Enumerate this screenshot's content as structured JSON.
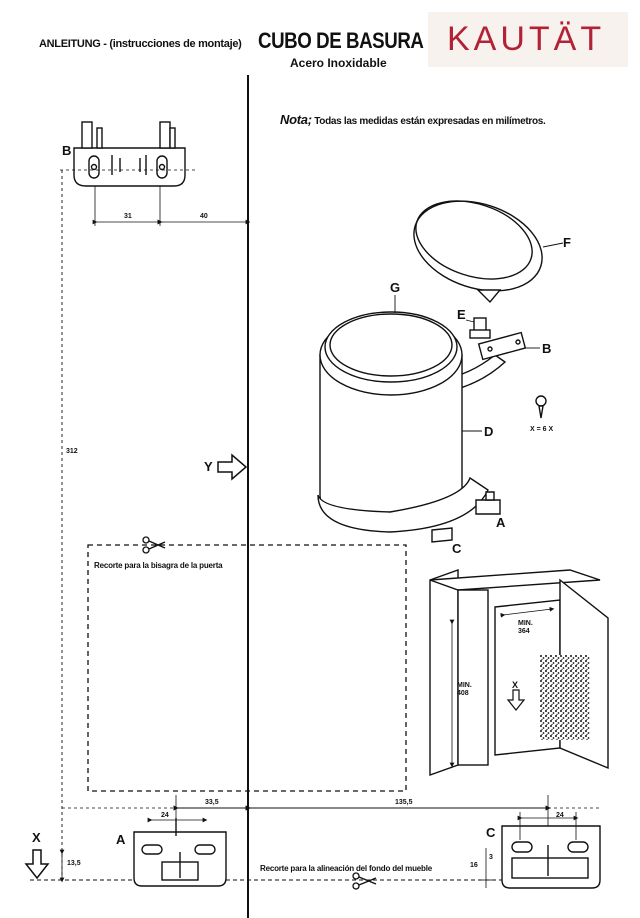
{
  "header": {
    "left_text": "ANLEITUNG - (instrucciones de montaje)",
    "title": "CUBO DE BASURA",
    "subtitle": "Acero Inoxidable",
    "brand": "KAUTÄT"
  },
  "note": {
    "prefix": "Nota;",
    "text": "Todas las medidas están expresadas en milímetros."
  },
  "cut_labels": {
    "door_hinge": "Recorte para la bisagra de la puerta",
    "cabinet_bottom": "Recorte para la alineación del fondo del mueble"
  },
  "dimensions": {
    "d31": "31",
    "d40": "40",
    "d312": "312",
    "d24a": "24",
    "d33_5": "33,5",
    "d135_5": "135,5",
    "d24c": "24",
    "d13_5": "13,5",
    "d16": "16",
    "d3": "3",
    "min364": "MIN.\n364",
    "min408": "MIN.\n408"
  },
  "part_labels": {
    "A": "A",
    "B": "B",
    "C": "C",
    "D": "D",
    "E": "E",
    "F": "F",
    "G": "G",
    "X": "X",
    "Y": "Y",
    "screws": "X = 6 X"
  }
}
